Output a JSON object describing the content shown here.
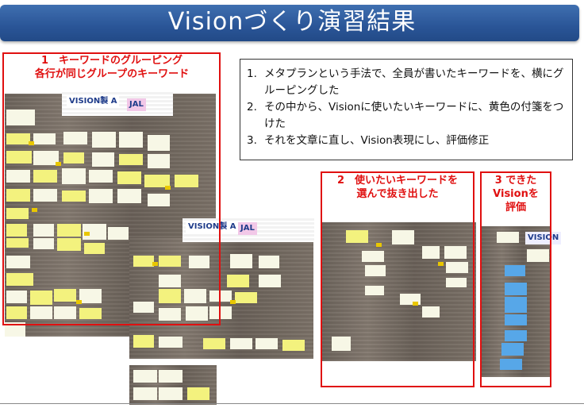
{
  "title": "Visionづくり演習結果",
  "section1": {
    "label_line1": "1　キーワードのグルーピング",
    "label_line2": "各行が同じグループのキーワード"
  },
  "section2": {
    "label_line1": "2　使いたいキーワードを",
    "label_line2": "選んで抜き出した"
  },
  "section3": {
    "label_line1": "3 できた",
    "label_line2": "Visionを",
    "label_line3": "評価"
  },
  "steps": [
    {
      "num": "1.",
      "text": "メタプランという手法で、全員が書いたキーワードを、横にグルーピングした"
    },
    {
      "num": "2.",
      "text": "その中から、Visionに使いたいキーワードに、黄色の付箋をつけた"
    },
    {
      "num": "3.",
      "text": "それを文章に直し、Vision表現にし、評価修正"
    }
  ],
  "photo_labels": {
    "board1_header": "VISION製 A",
    "board1_tag": "JAL",
    "board2_header": "VISION製 A",
    "board2_tag": "JAL",
    "board3_header": "VISION"
  },
  "colors": {
    "title_bar": "#2a5597",
    "frame_red": "#e01010",
    "sticky_yellow": "#f3f27e",
    "sticky_blue": "#57a7e8"
  }
}
